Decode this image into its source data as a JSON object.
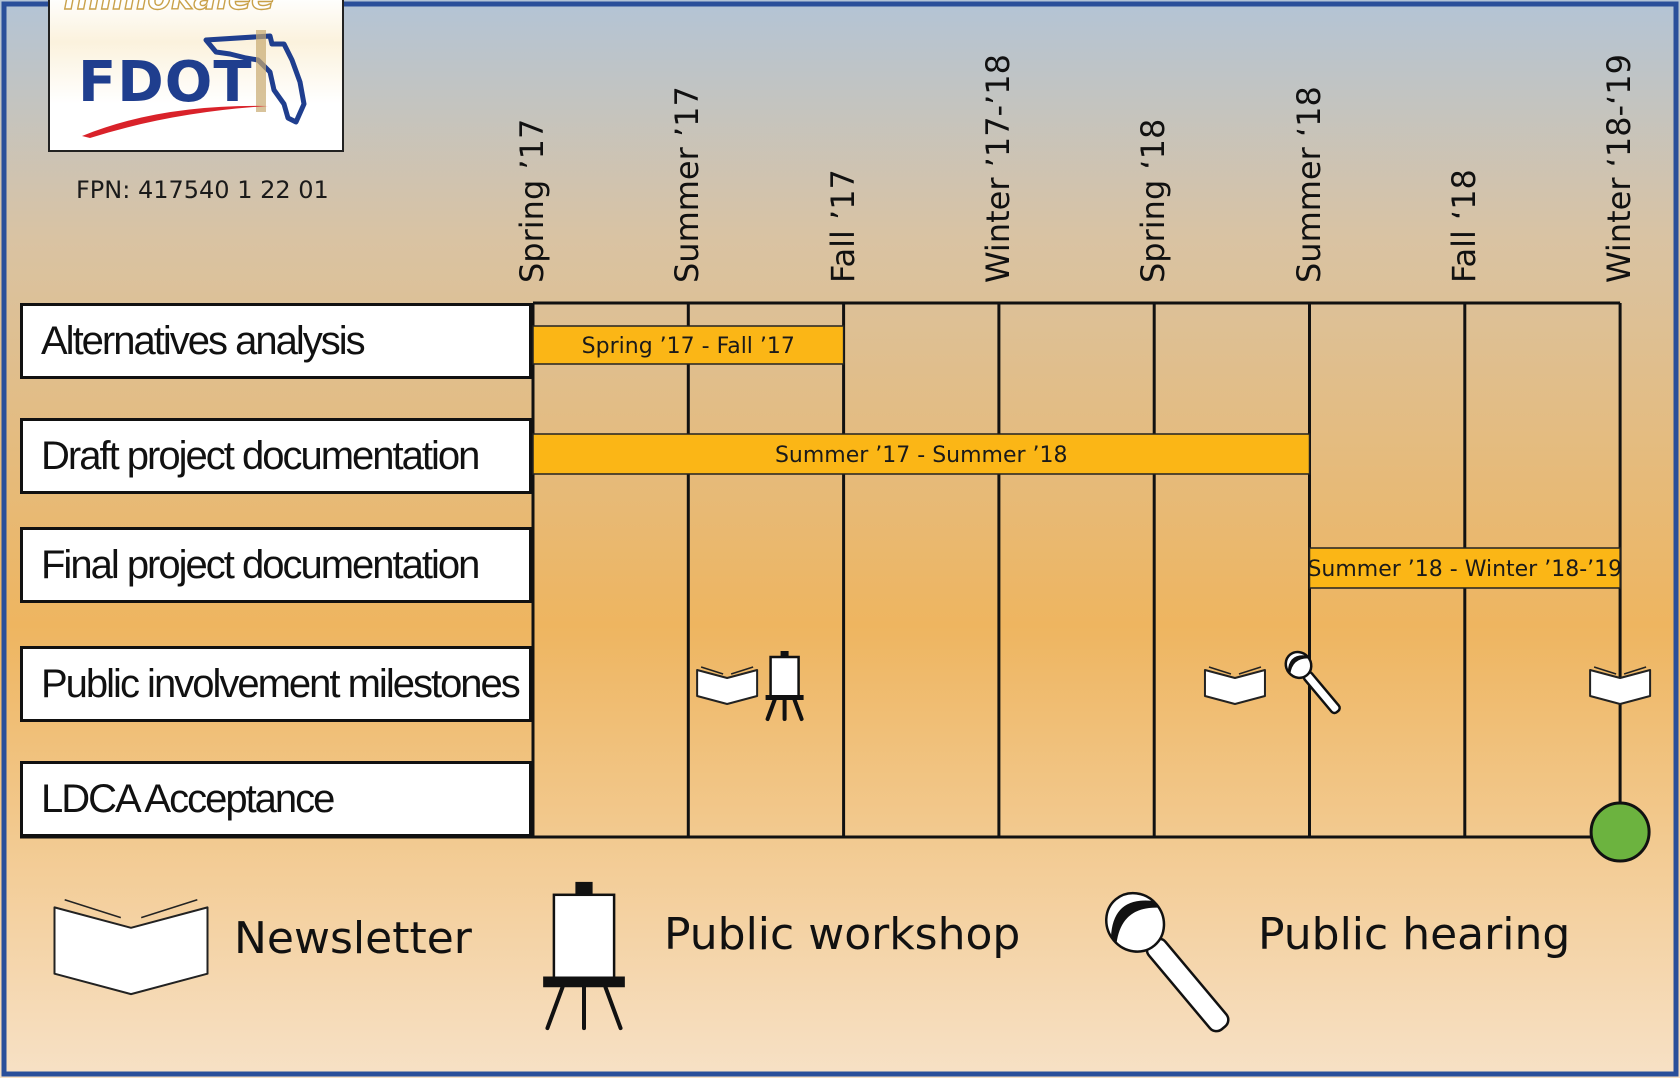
{
  "logo": {
    "top_text": "Immokalee",
    "main_text": "FDOT",
    "colors": {
      "blue": "#1f3e8e",
      "red": "#d9222a",
      "gold": "#c9a14a"
    }
  },
  "fpn_label": "FPN: 417540 1 22 01",
  "periods": [
    "Spring ’17",
    "Summer ’17",
    "Fall ’17",
    "Winter ’17-’18",
    "Spring ‘18",
    "Summer ‘18",
    "Fall ‘18",
    "Winter ‘18-‘19"
  ],
  "tasks": [
    {
      "label": "Alternatives analysis"
    },
    {
      "label": "Draft project documentation"
    },
    {
      "label": "Final project documentation"
    },
    {
      "label": "Public involvement milestones"
    },
    {
      "label": "LDCA Acceptance"
    }
  ],
  "bars": [
    {
      "row": 0,
      "start": 0,
      "end": 2,
      "label": "Spring ’17 - Fall ’17"
    },
    {
      "row": 1,
      "start": 0,
      "end": 5,
      "label": "Summer ’17 - Summer ’18"
    },
    {
      "row": 2,
      "start": 5,
      "end": 7,
      "label": "Summer ’18 - Winter ’18-’19"
    }
  ],
  "milestones": [
    {
      "row": 3,
      "boundary": 1,
      "offset": 0.25,
      "icon": "newsletter-icon"
    },
    {
      "row": 3,
      "boundary": 1,
      "offset": 0.62,
      "icon": "workshop-easel-icon"
    },
    {
      "row": 3,
      "boundary": 5,
      "offset": -0.48,
      "icon": "newsletter-icon"
    },
    {
      "row": 3,
      "boundary": 5,
      "offset": 0.0,
      "icon": "hearing-microphone-icon"
    },
    {
      "row": 3,
      "boundary": 7,
      "offset": 0.0,
      "icon": "newsletter-icon"
    },
    {
      "row": 4,
      "boundary": 7,
      "offset": 0.0,
      "icon": "acceptance-circle-icon"
    }
  ],
  "legend": [
    {
      "icon": "newsletter-icon",
      "label": "Newsletter"
    },
    {
      "icon": "workshop-easel-icon",
      "label": "Public workshop"
    },
    {
      "icon": "hearing-microphone-icon",
      "label": "Public hearing"
    }
  ],
  "colors": {
    "bar_fill": "#fbb616",
    "acceptance_fill": "#6cb33f",
    "frame_blue": "#2a4f9a",
    "bg_top": "#b3c4d6",
    "bg_mid": "#eeb560",
    "bg_bottom": "#f7e1c6"
  }
}
